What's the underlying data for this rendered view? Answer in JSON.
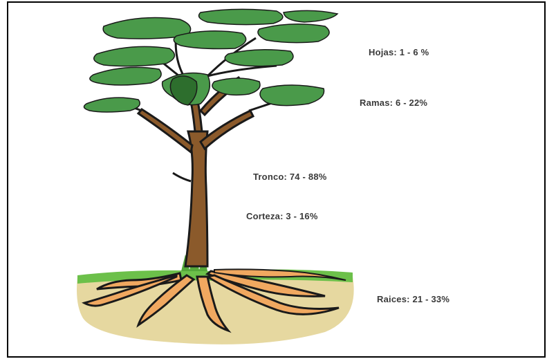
{
  "colors": {
    "frame": "#000000",
    "foliage": "#4a9a4a",
    "foliage_dark": "#2d6e2d",
    "trunk": "#8b5a2b",
    "grass": "#6cc04a",
    "soil": "#e6d8a0",
    "roots": "#f0a860",
    "outline": "#1a1a1a",
    "text": "#3a3a3a"
  },
  "labels": {
    "hojas": "Hojas: 1 - 6 %",
    "ramas": "Ramas: 6 - 22%",
    "tronco": "Tronco: 74 - 88%",
    "corteza": "Corteza: 3 - 16%",
    "raices": "Raices: 21 - 33%"
  }
}
